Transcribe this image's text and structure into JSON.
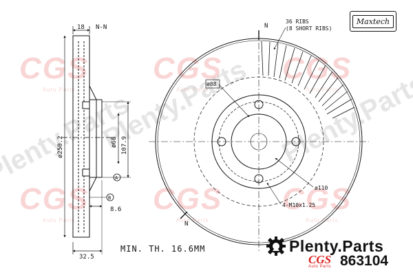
{
  "drawing": {
    "side_view": {
      "dim_thickness_top": "18",
      "section_label": "N-N",
      "dim_outer_diameter": "ø250.2",
      "dim_bore": "ø68",
      "dim_hat_height": "107.9",
      "datum_a": "A",
      "datum_b": "B",
      "dim_hub_thickness": "8.6",
      "dim_overall_width": "32.5"
    },
    "front_view": {
      "section_mark_top": "N",
      "section_mark_bottom": "N",
      "ribs_note_line1": "36 RIBS",
      "ribs_note_line2": "(8 SHORT RIBS)",
      "center_bore": "ø88",
      "bolt_circle": "ø110",
      "bolt_holes": "4-M10x1.25"
    },
    "min_thickness": "MIN. TH. 16.6MM"
  },
  "branding": {
    "maxtech_logo": "Maxtech",
    "site_brand": "Plenty.Parts",
    "cgs_logo": "CGS",
    "cgs_subtitle": "Auto Parts",
    "part_number": "863104",
    "watermark_cgs": "CGS",
    "watermark_sub": "Auto Parts",
    "watermark_plenty": "Plenty.Parts"
  }
}
